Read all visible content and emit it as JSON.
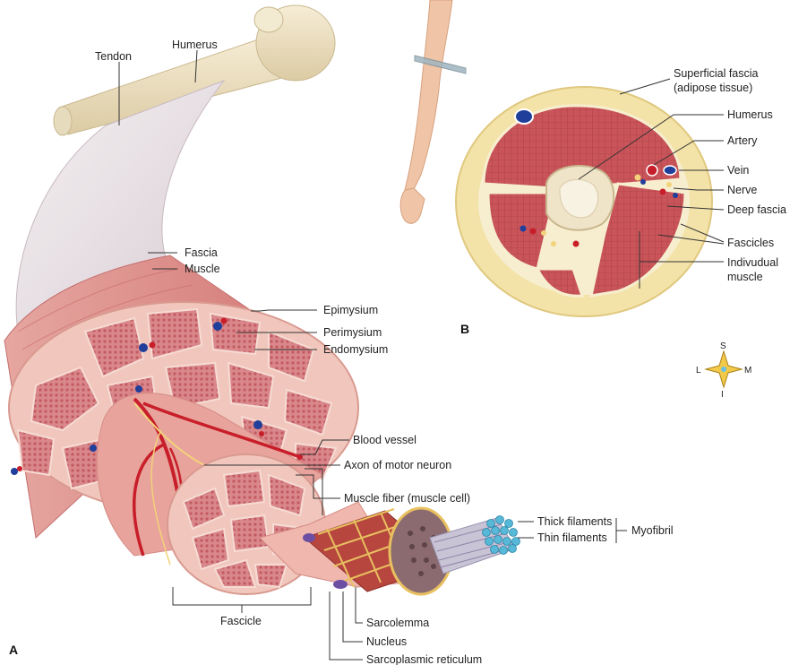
{
  "panel_a": {
    "letter": "A",
    "labels": {
      "tendon": "Tendon",
      "humerus": "Humerus",
      "fascia": "Fascia",
      "muscle": "Muscle",
      "epimysium": "Epimysium",
      "perimysium": "Perimysium",
      "endomysium": "Endomysium",
      "blood_vessel": "Blood vessel",
      "axon": "Axon of motor neuron",
      "muscle_fiber": "Muscle fiber (muscle cell)",
      "thick_filaments": "Thick filaments",
      "thin_filaments": "Thin filaments",
      "myofibril": "Myofibril",
      "fascicle": "Fascicle",
      "sarcolemma": "Sarcolemma",
      "nucleus": "Nucleus",
      "sarcoplasmic_reticulum": "Sarcoplasmic reticulum"
    }
  },
  "panel_b": {
    "letter": "B",
    "labels": {
      "superficial_fascia_1": "Superficial fascia",
      "superficial_fascia_2": "(adipose tissue)",
      "humerus": "Humerus",
      "artery": "Artery",
      "vein": "Vein",
      "nerve": "Nerve",
      "deep_fascia": "Deep fascia",
      "fascicles": "Fascicles",
      "individual_muscle_1": "Indivudual",
      "individual_muscle_2": "muscle"
    }
  },
  "compass": {
    "s": "S",
    "i": "I",
    "l": "L",
    "m": "M"
  },
  "colors": {
    "muscle": "#c9555a",
    "muscle_light": "#f1c7bd",
    "bone": "#efe3c8",
    "fat": "#f3e3a8",
    "artery": "#c81e2a",
    "vein": "#1f3f9a",
    "nerve": "#f2d27a",
    "filament": "#58b8d8"
  }
}
